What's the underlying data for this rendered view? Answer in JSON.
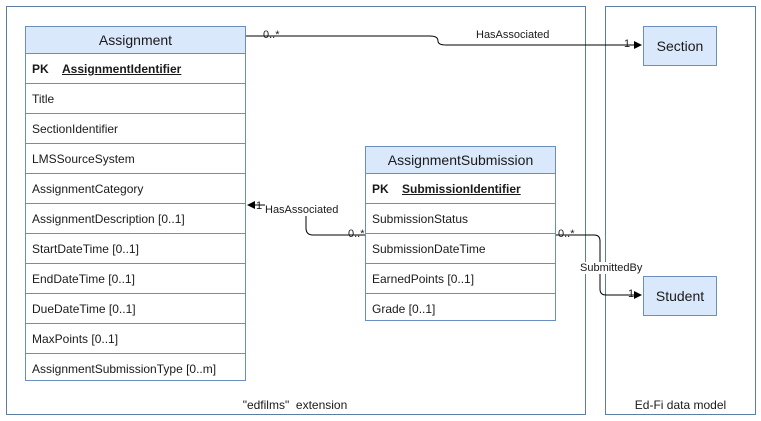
{
  "containers": {
    "extension_label": "\"edfilms\"  extension",
    "edfi_label": "Ed-Fi data model"
  },
  "assignment": {
    "title": "Assignment",
    "pk_tag": "PK",
    "pk_name": "AssignmentIdentifier",
    "fields": [
      "Title",
      "SectionIdentifier",
      "LMSSourceSystem",
      "AssignmentCategory",
      "AssignmentDescription [0..1]",
      "StartDateTime [0..1]",
      "EndDateTime [0..1]",
      "DueDateTime [0..1]",
      "MaxPoints [0..1]",
      "AssignmentSubmissionType [0..m]"
    ]
  },
  "submission": {
    "title": "AssignmentSubmission",
    "pk_tag": "PK",
    "pk_name": "SubmissionIdentifier",
    "fields": [
      "SubmissionStatus",
      "SubmissionDateTime",
      "EarnedPoints [0..1]",
      "Grade [0..1]"
    ]
  },
  "section": {
    "title": "Section"
  },
  "student": {
    "title": "Student"
  },
  "relations": {
    "assign_section": {
      "label": "HasAssociated",
      "source_mult": "0..*",
      "target_mult": "1"
    },
    "submission_assign": {
      "label": "HasAssociated",
      "source_mult": "0..*",
      "target_mult": "1"
    },
    "submission_student": {
      "label": "SubmittedBy",
      "source_mult": "0..*",
      "target_mult": "1"
    }
  },
  "colors": {
    "entity_fill": "#dae8fc",
    "entity_stroke": "#6c8ebf",
    "container_stroke": "#5b7fa3",
    "edge": "#000000"
  }
}
